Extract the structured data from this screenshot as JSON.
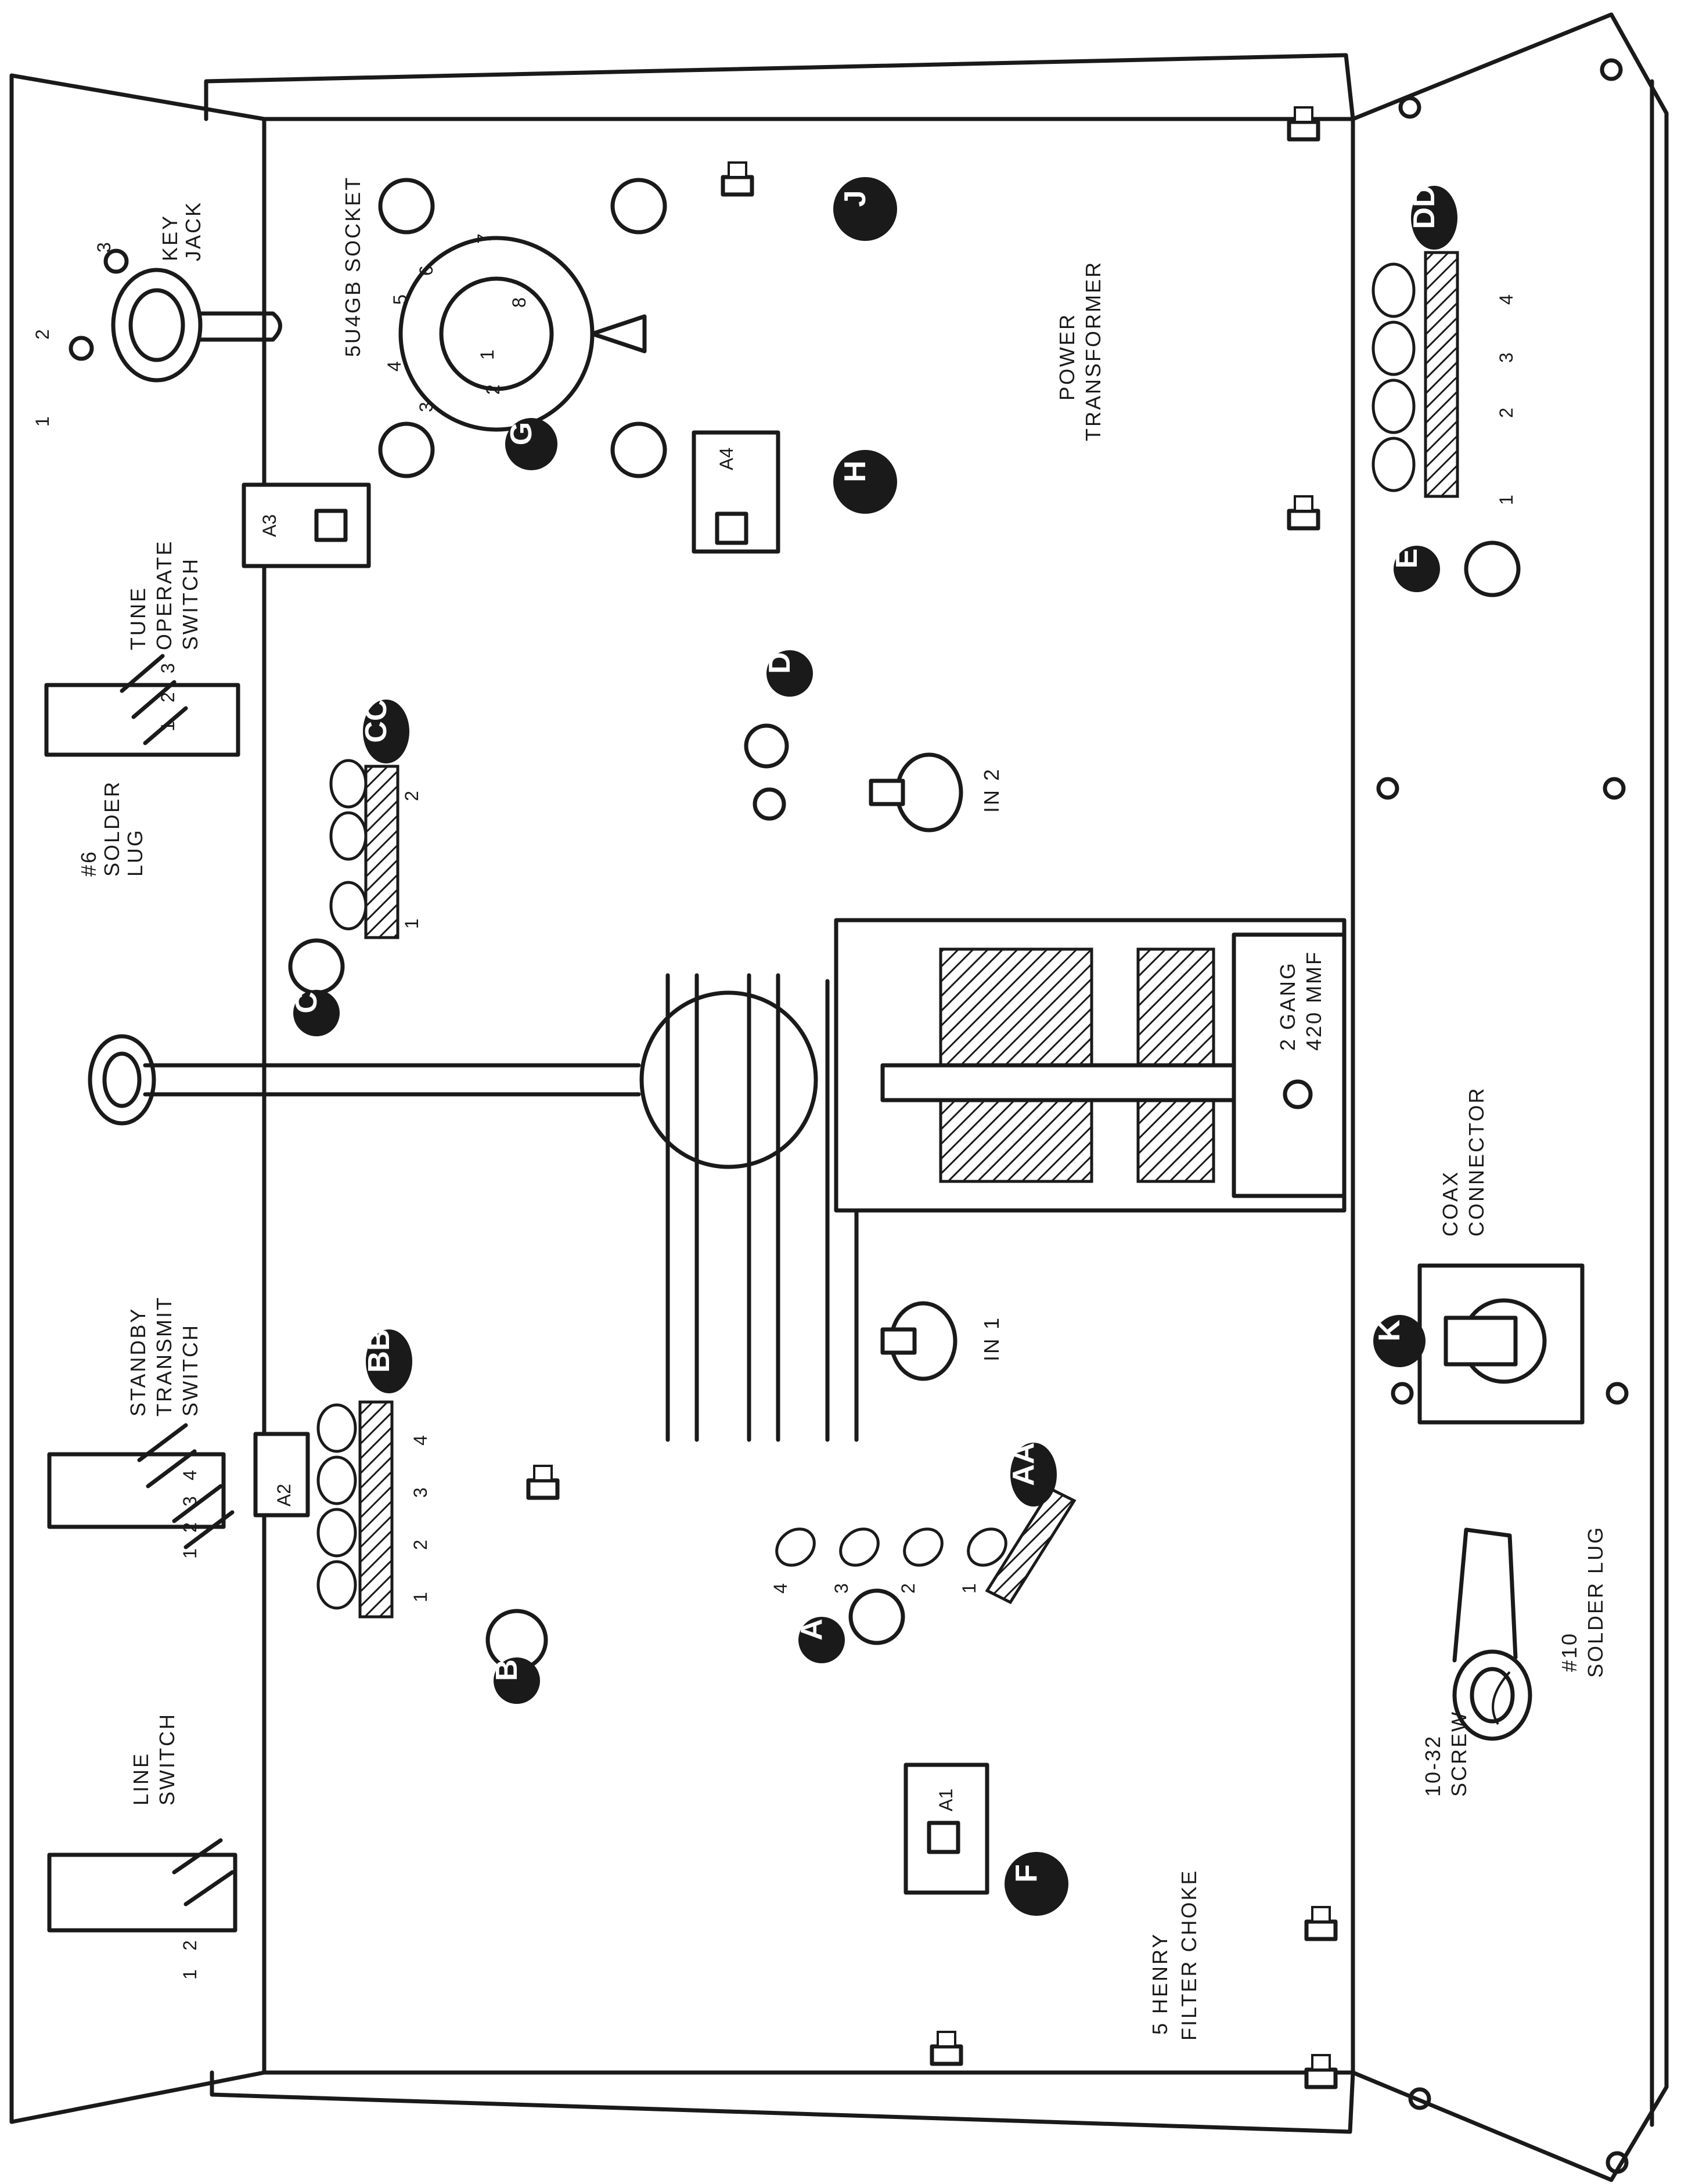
{
  "labels": {
    "key_jack": [
      "KEY",
      "JACK"
    ],
    "key_jack_pins": [
      "1",
      "2",
      "3"
    ],
    "socket": "5U4GB SOCKET",
    "socket_pins": [
      "1",
      "2",
      "3",
      "4",
      "5",
      "6",
      "7",
      "8"
    ],
    "power_transformer": [
      "POWER",
      "TRANSFORMER"
    ],
    "tune_operate_switch": [
      "TUNE",
      "OPERATE",
      "SWITCH"
    ],
    "tune_operate_pins": [
      "1",
      "2",
      "3"
    ],
    "solder_lug_6": [
      "#6",
      "SOLDER",
      "LUG"
    ],
    "standby_transmit_switch": [
      "STANDBY",
      "TRANSMIT",
      "SWITCH"
    ],
    "standby_transmit_pins": [
      "1",
      "2",
      "3",
      "4"
    ],
    "line_switch": [
      "LINE",
      "SWITCH"
    ],
    "line_switch_pins": [
      "1",
      "2"
    ],
    "gang_capacitor": [
      "2 GANG",
      "420 MMF"
    ],
    "coax_connector": [
      "COAX",
      "CONNECTOR"
    ],
    "screw_10_32": [
      "10-32",
      "SCREW"
    ],
    "solder_lug_10": [
      "#10",
      "SOLDER LUG"
    ],
    "filter_choke": [
      "5 HENRY",
      "FILTER CHOKE"
    ],
    "in1": "IN 1",
    "in2": "IN 2",
    "strip_cc_pins": [
      "1",
      "2"
    ],
    "strip_bb_pins": [
      "1",
      "2",
      "3",
      "4"
    ],
    "strip_aa_pins": [
      "1",
      "2",
      "3",
      "4"
    ],
    "strip_dd_pins": [
      "1",
      "2",
      "3",
      "4"
    ]
  },
  "clamps": [
    "A1",
    "A2",
    "A3",
    "A4"
  ],
  "callouts": [
    "A",
    "B",
    "C",
    "D",
    "E",
    "F",
    "G",
    "H",
    "J",
    "K",
    "AA",
    "BB",
    "CC",
    "DD"
  ],
  "colors": {
    "ink": "#1a1a1a",
    "paper": "#ffffff"
  }
}
